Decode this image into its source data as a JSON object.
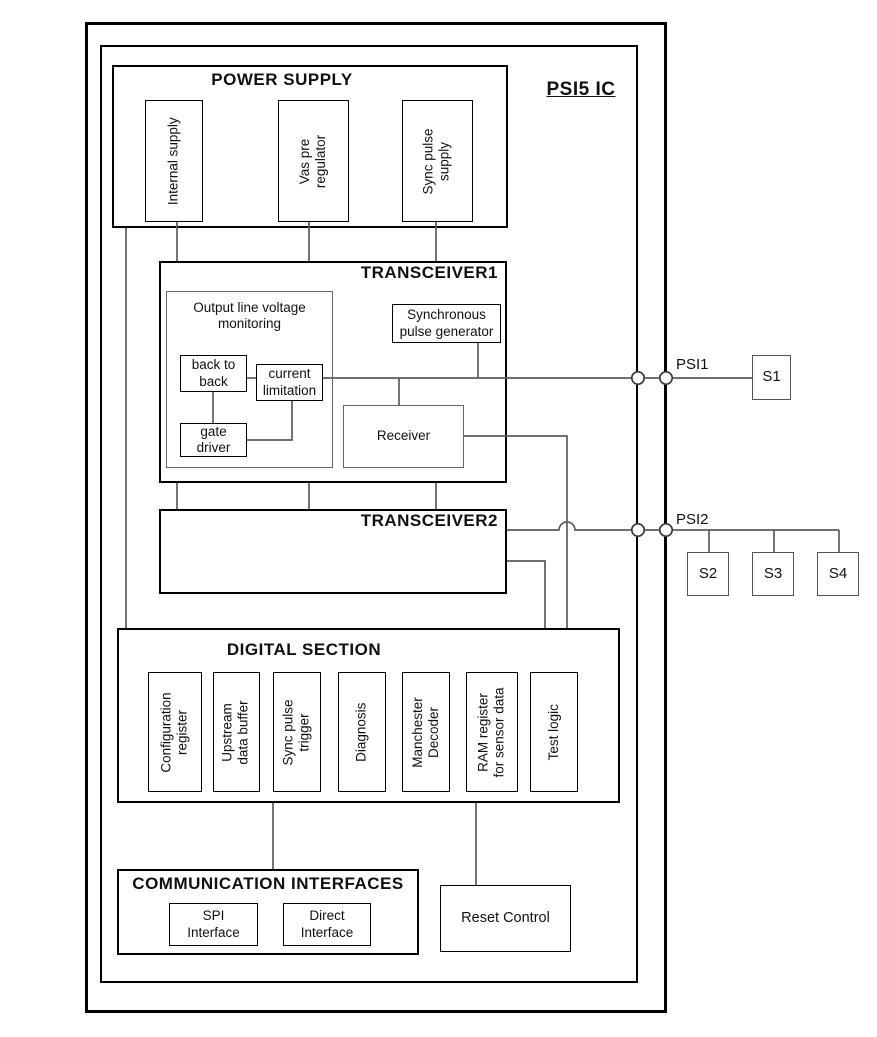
{
  "diagram": {
    "chip_label": "PSI5 IC",
    "power_supply": {
      "title": "POWER SUPPLY",
      "blocks": [
        {
          "label": "Internal supply"
        },
        {
          "label": "Vas pre\nregulator"
        },
        {
          "label": "Sync pulse\nsupply"
        }
      ]
    },
    "transceiver1": {
      "title": "TRANSCEIVER1",
      "monitoring": {
        "title": "Output line voltage\nmonitoring",
        "back_to_back": "back to\nback",
        "current_limitation": "current\nlimitation",
        "gate_driver": "gate\ndriver"
      },
      "sync_pulse_generator": "Synchronous\npulse generator",
      "receiver": "Receiver"
    },
    "transceiver2": {
      "title": "TRANSCEIVER2"
    },
    "digital_section": {
      "title": "DIGITAL SECTION",
      "blocks": [
        {
          "label": "Configuration\nregister"
        },
        {
          "label": "Upstream\ndata buffer"
        },
        {
          "label": "Sync pulse\ntrigger"
        },
        {
          "label": "Diagnosis"
        },
        {
          "label": "Manchester\nDecoder"
        },
        {
          "label": "RAM register\nfor sensor data"
        },
        {
          "label": "Test logic"
        }
      ]
    },
    "communication": {
      "title": "COMMUNICATION INTERFACES",
      "blocks": [
        {
          "label": "SPI\nInterface"
        },
        {
          "label": "Direct\nInterface"
        }
      ]
    },
    "reset_control": "Reset Control",
    "buses": [
      {
        "label": "PSI1"
      },
      {
        "label": "PSI2"
      }
    ],
    "sensors": [
      {
        "label": "S1"
      },
      {
        "label": "S2"
      },
      {
        "label": "S3"
      },
      {
        "label": "S4"
      }
    ],
    "colors": {
      "wire": "#5c5c5c",
      "border": "#000000",
      "monitor_border": "#666666",
      "background": "#ffffff"
    }
  }
}
